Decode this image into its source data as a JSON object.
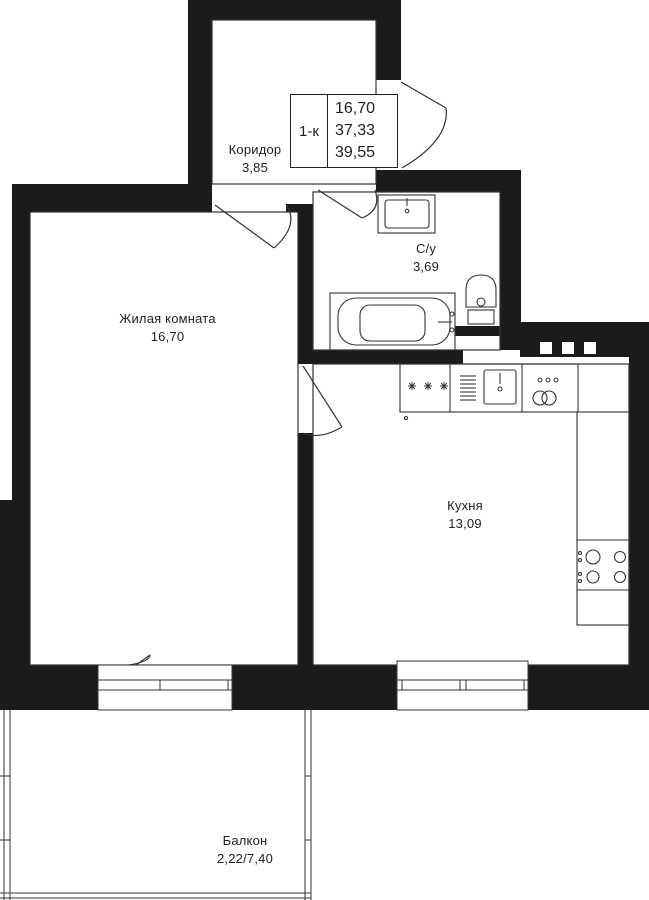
{
  "summary": {
    "type": "1-к",
    "living_area": "16,70",
    "total_area": "37,33",
    "total_with_balcony": "39,55"
  },
  "rooms": {
    "corridor": {
      "name": "Коридор",
      "area": "3,85"
    },
    "bathroom": {
      "name": "С/у",
      "area": "3,69"
    },
    "living": {
      "name": "Жилая комната",
      "area": "16,70"
    },
    "kitchen": {
      "name": "Кухня",
      "area": "13,09"
    },
    "balcony": {
      "name": "Балкон",
      "area": "2,22/7,40"
    }
  },
  "colors": {
    "wall": "#1b1b1b",
    "line": "#333333",
    "background": "#ffffff"
  }
}
